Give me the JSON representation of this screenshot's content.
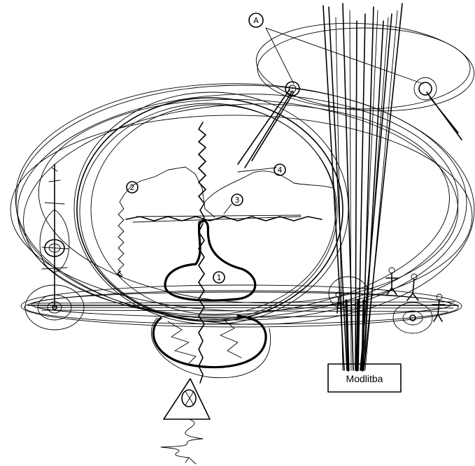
{
  "markers": {
    "A": "A",
    "one": "1",
    "two": "2",
    "three": "3",
    "four": "4"
  },
  "box_label": "Modlitba"
}
